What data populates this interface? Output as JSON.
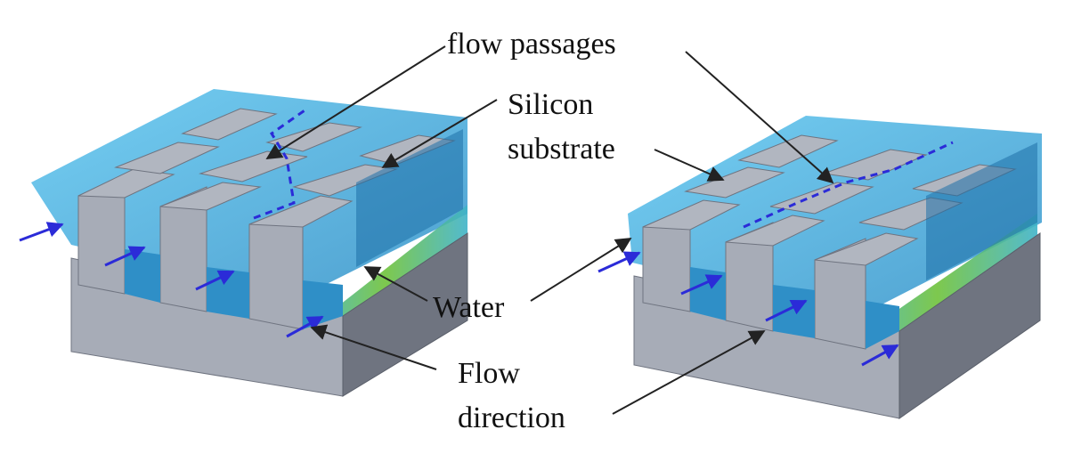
{
  "labels": {
    "flow_passages": "flow passages",
    "silicon_line1": "Silicon",
    "silicon_line2": "substrate",
    "water": "Water",
    "flow_line1": "Flow",
    "flow_line2": "direction"
  },
  "colors": {
    "silicon_top": "#a7acb7",
    "silicon_side": "#8c919c",
    "silicon_dark": "#6f7480",
    "water_light": "#5cc6f0",
    "water_mid": "#2f8fc7",
    "water_dark": "#1e6fa8",
    "water_green": "#6fc23a",
    "arrow": "#2b2bd8",
    "leader": "#222222"
  }
}
